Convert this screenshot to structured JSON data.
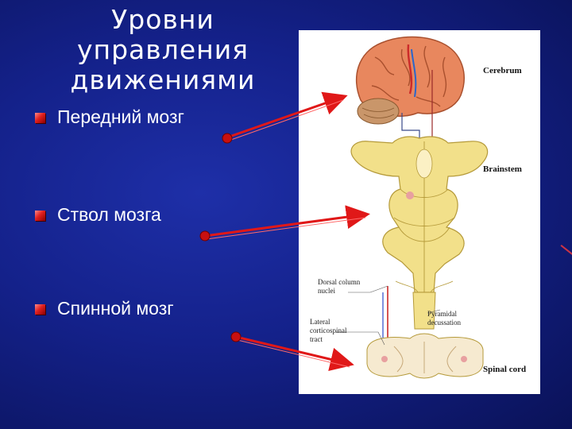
{
  "slide": {
    "title_lines": [
      "Уровни",
      "управления",
      "движениями"
    ],
    "items": [
      {
        "label": "Передний мозг"
      },
      {
        "label": "Ствол мозга"
      },
      {
        "label": "Спинной мозг"
      }
    ]
  },
  "figure": {
    "labels": {
      "cerebrum": "Cerebrum",
      "brainstem": "Brainstem",
      "dorsal_line1": "Dorsal column",
      "dorsal_line2": "nuclei",
      "pyramidal_line1": "Pyramidal",
      "pyramidal_line2": "decussation",
      "lateral_line1": "Lateral",
      "lateral_line2": "corticospinal",
      "lateral_line3": "tract",
      "spinal": "Spinal cord"
    }
  },
  "colors": {
    "background": "#14218a",
    "arrow": "#e01818",
    "bullet": "#e02020",
    "brain": "#e8875e",
    "brainstem": "#f2e08a"
  }
}
